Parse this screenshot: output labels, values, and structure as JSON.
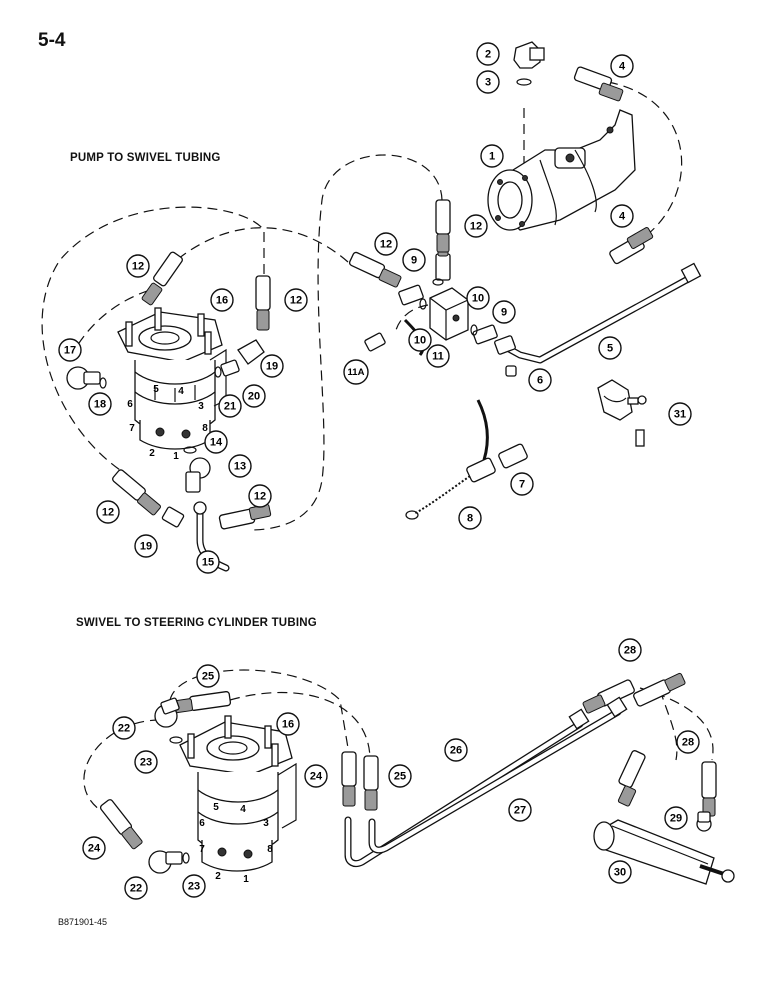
{
  "page_number": "5-4",
  "sections": {
    "top_title": "PUMP TO SWIVEL TUBING",
    "bottom_title": "SWIVEL TO STEERING CYLINDER TUBING"
  },
  "drawing_code": "B871901-45",
  "callouts": {
    "c1": "1",
    "c2": "2",
    "c3": "3",
    "c4a": "4",
    "c4b": "4",
    "c5": "5",
    "c6": "6",
    "c7": "7",
    "c8": "8",
    "c9a": "9",
    "c9b": "9",
    "c10a": "10",
    "c10b": "10",
    "c11": "11",
    "c11a": "11A",
    "c12a": "12",
    "c12b": "12",
    "c12c": "12",
    "c12d": "12",
    "c12e": "12",
    "c12f": "12",
    "c13": "13",
    "c14": "14",
    "c15": "15",
    "c16a": "16",
    "c17": "17",
    "c18": "18",
    "c19a": "19",
    "c19b": "19",
    "c20": "20",
    "c21": "21",
    "c16b": "16",
    "c22a": "22",
    "c22b": "22",
    "c23a": "23",
    "c23b": "23",
    "c24a": "24",
    "c24b": "24",
    "c25a": "25",
    "c25b": "25",
    "c26": "26",
    "c27": "27",
    "c28a": "28",
    "c28b": "28",
    "c29": "29",
    "c30": "30",
    "c31": "31"
  },
  "port_labels": {
    "top": {
      "p1": "1",
      "p2": "2",
      "p3": "3",
      "p4": "4",
      "p5": "5",
      "p6": "6",
      "p7": "7",
      "p8": "8"
    },
    "bottom": {
      "p1": "1",
      "p2": "2",
      "p3": "3",
      "p4": "4",
      "p5": "5",
      "p6": "6",
      "p7": "7",
      "p8": "8"
    }
  }
}
